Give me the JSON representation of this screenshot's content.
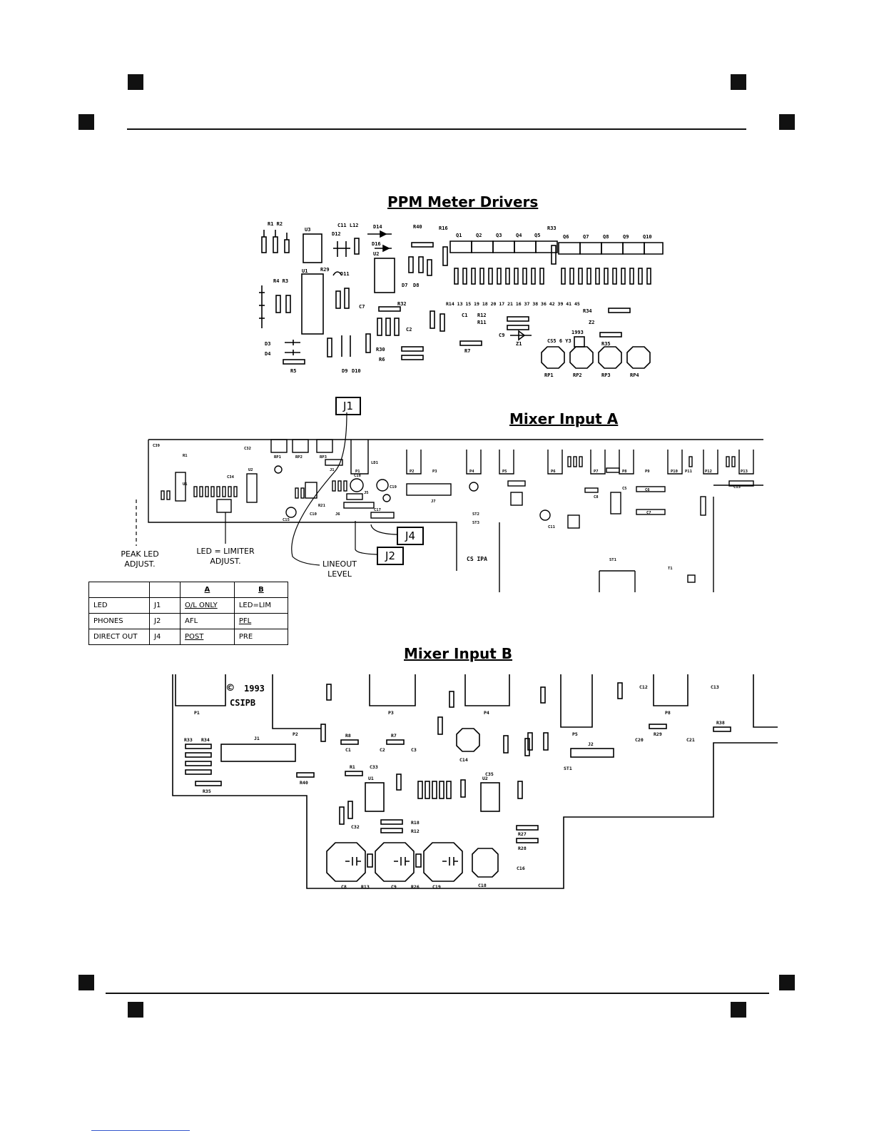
{
  "titles": {
    "ppm": "PPM Meter Drivers",
    "mixer_a": "Mixer Input A",
    "mixer_b": "Mixer Input B"
  },
  "jumper_boxes": {
    "j1": "J1",
    "j4": "J4",
    "j2": "J2"
  },
  "callouts": {
    "peak_led_1": "PEAK LED",
    "peak_led_2": "ADJUST.",
    "led_limiter_1": "LED = LIMITER",
    "led_limiter_2": "ADJUST.",
    "lineout_1": "LINEOUT",
    "lineout_2": "LEVEL"
  },
  "jumper_table": {
    "headers": [
      "",
      "",
      "A",
      "B"
    ],
    "rows": [
      [
        "LED",
        "J1",
        "O/L ONLY",
        "LED=LIM"
      ],
      [
        "PHONES",
        "J2",
        "AFL",
        "PFL"
      ],
      [
        "DIRECT OUT",
        "J4",
        "POST",
        "PRE"
      ]
    ]
  },
  "ppm_labels": {
    "top_row": [
      "R1 R2",
      "U3",
      "C11 L12",
      "D14",
      "R40",
      "R16",
      "Q1",
      "Q2",
      "Q3",
      "Q4",
      "Q5",
      "R33",
      "Q6",
      "Q7",
      "Q8",
      "Q9",
      "Q10"
    ],
    "left": [
      "R4 R3",
      "U1",
      "R29",
      "D11",
      "D12",
      "D16",
      "U2",
      "D7",
      "D8",
      "C7",
      "R32"
    ],
    "bottom": [
      "D3",
      "D4",
      "R5",
      "D9",
      "D10",
      "R30",
      "R6",
      "C2",
      "R7",
      "C1",
      "R12",
      "R11",
      "Z1",
      "C9",
      "Z2",
      "R34",
      "R35"
    ],
    "resistor_row": "R14 13 15 19 18 20 17 21 16   37 38 36 42 39   41 45",
    "pot_labels": [
      "RP1",
      "RP2",
      "RP3",
      "RP4"
    ],
    "board_id": "CS5 6 Y3",
    "year": "1993"
  },
  "mixer_a_labels": {
    "board_id": "CS IPA",
    "parts": [
      "C39",
      "R1",
      "C32",
      "U1",
      "U2",
      "C34",
      "C10",
      "C15",
      "R21",
      "RP1",
      "RP2",
      "RP3",
      "J1",
      "LD1",
      "C18",
      "C19",
      "C17",
      "J6",
      "J5",
      "J7",
      "P1",
      "P2",
      "P3",
      "P4",
      "P5",
      "P6",
      "P7",
      "P8",
      "P9",
      "P10",
      "P11",
      "P12",
      "P13",
      "ST1",
      "ST2",
      "ST3",
      "C11",
      "C5",
      "C6",
      "C7",
      "C8",
      "C13",
      "T1"
    ]
  },
  "mixer_b_labels": {
    "copyright_year": "1993",
    "board_id": "CSIPB",
    "parts": [
      "P1",
      "P2",
      "P3",
      "P4",
      "P5",
      "P8",
      "R33",
      "R34",
      "R35",
      "J1",
      "J2",
      "R40",
      "R8",
      "R7",
      "C1",
      "C2",
      "C3",
      "R1",
      "C33",
      "U1",
      "U2",
      "C14",
      "C35",
      "R18",
      "R12",
      "R27",
      "R28",
      "C18",
      "C8",
      "R13",
      "C9",
      "R26",
      "C19",
      "C32",
      "ST1",
      "C20",
      "R29",
      "C21",
      "R38",
      "C16",
      "C12",
      "C13"
    ]
  }
}
